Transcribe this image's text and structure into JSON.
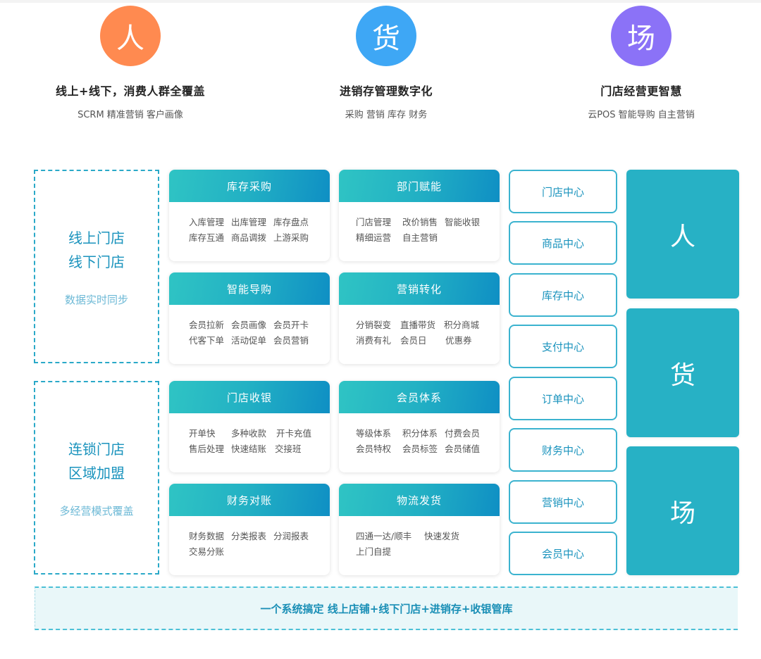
{
  "pillars": [
    {
      "char": "人",
      "color": "#ff8a50",
      "title": "线上+线下，消费人群全覆盖",
      "subtitle": "SCRM 精准营销 客户画像"
    },
    {
      "char": "货",
      "color": "#3ea7f5",
      "title": "进销存管理数字化",
      "subtitle": "采购 营销 库存 财务"
    },
    {
      "char": "场",
      "color": "#8b72f7",
      "title": "门店经营更智慧",
      "subtitle": "云POS 智能导购 自主营销"
    }
  ],
  "left_boxes": [
    {
      "lines": [
        "线上门店",
        "线下门店"
      ],
      "sub": "数据实时同步"
    },
    {
      "lines": [
        "连锁门店",
        "区域加盟"
      ],
      "sub": "多经营模式覆盖"
    }
  ],
  "cards": [
    {
      "title": "库存采购",
      "rows": [
        [
          "入库管理",
          "出库管理",
          "库存盘点"
        ],
        [
          "库存互通",
          "商品调拨",
          "上游采购"
        ]
      ]
    },
    {
      "title": "部门赋能",
      "rows": [
        [
          "门店管理",
          "改价销售",
          "智能收银"
        ],
        [
          "精细运营",
          "自主营销"
        ]
      ]
    },
    {
      "title": "智能导购",
      "rows": [
        [
          "会员拉新",
          "会员画像",
          "会员开卡"
        ],
        [
          "代客下单",
          "活动促单",
          "会员营销"
        ]
      ]
    },
    {
      "title": "营销转化",
      "rows": [
        [
          "分销裂变",
          "直播带货",
          "积分商城"
        ],
        [
          "消费有礼",
          "会员日",
          "优惠券"
        ]
      ]
    },
    {
      "title": "门店收银",
      "rows": [
        [
          "开单快",
          "多种收款",
          "开卡充值"
        ],
        [
          "售后处理",
          "快速结账",
          "交接班"
        ]
      ]
    },
    {
      "title": "会员体系",
      "rows": [
        [
          "等级体系",
          "积分体系",
          "付费会员"
        ],
        [
          "会员特权",
          "会员标签",
          "会员储值"
        ]
      ]
    },
    {
      "title": "财务对账",
      "rows": [
        [
          "财务数据",
          "分类报表",
          "分润报表"
        ],
        [
          "交易分账"
        ]
      ]
    },
    {
      "title": "物流发货",
      "rows": [
        [
          "四通一达/顺丰",
          "快速发货"
        ],
        [
          "上门自提"
        ]
      ]
    }
  ],
  "centers": [
    "门店中心",
    "商品中心",
    "库存中心",
    "支付中心",
    "订单中心",
    "财务中心",
    "营销中心",
    "会员中心"
  ],
  "big_blocks": [
    "人",
    "货",
    "场"
  ],
  "bottom_banner": "一个系统搞定 线上店铺+线下门店+进销存+收银管库",
  "colors": {
    "accent": "#27b1c5",
    "text_blue": "#1a93bd",
    "header_gradient_start": "#2fc4c4",
    "header_gradient_end": "#0f8fc4"
  }
}
